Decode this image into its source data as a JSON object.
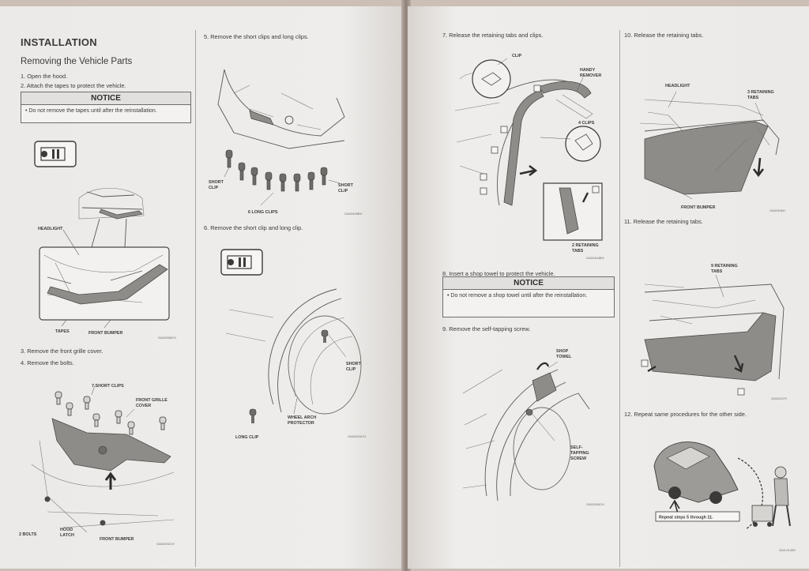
{
  "left_page": {
    "title": "INSTALLATION",
    "section": "Removing the Vehicle Parts",
    "step1": "1.  Open the hood.",
    "step2": "2.  Attach the tapes to protect the vehicle.",
    "notice1": {
      "heading": "NOTICE",
      "body": "•  Do not remove the tapes until after the reinstallation."
    },
    "fig1": {
      "headlight": "HEADLIGHT",
      "tapes": "TAPES",
      "front_bumper": "FRONT BUMPER",
      "code": "GA02998CH"
    },
    "step3": "3.  Remove the front grille cover.",
    "step4": "4.  Remove the bolts.",
    "fig2": {
      "short_clips": "7 SHORT CLIPS",
      "grille_cover": [
        "FRONT GRILLE",
        "COVER"
      ],
      "bolts": "2 BOLTS",
      "hood_latch": [
        "HOOD",
        "LATCH"
      ],
      "front_bumper": "FRONT BUMPER",
      "code": "GA02492CH"
    },
    "step5": "5.  Remove the short clips and long clips.",
    "fig3": {
      "short_clip_left": [
        "SHORT",
        "CLIP"
      ],
      "short_clip_right": [
        "SHORT",
        "CLIP"
      ],
      "long_clips": "6 LONG CLIPS",
      "code": "GA02409BH"
    },
    "step6": "6.  Remove the short clip and long clip.",
    "fig4": {
      "short_clip": [
        "SHORT",
        "CLIP"
      ],
      "long_clip": "LONG CLIP",
      "protector": [
        "WHEEL ARCH",
        "PROTECTOR"
      ],
      "code": "GA02403CH"
    }
  },
  "right_page": {
    "step7": "7.  Release the retaining tabs and clips.",
    "fig5": {
      "clip": "CLIP",
      "remover": [
        "HANDY",
        "REMOVER"
      ],
      "clips": "4 CLIPS",
      "tabs": [
        "2 RETAINING",
        "TABS"
      ],
      "code": "GA02404BH"
    },
    "step8": "8.  Insert a shop towel to protect the vehicle.",
    "notice2": {
      "heading": "NOTICE",
      "body": "•  Do not remove a shop towel until after the reinstallation."
    },
    "step9": "9.  Remove the self-tapping screw.",
    "fig6": {
      "towel": [
        "SHOP",
        "TOWEL"
      ],
      "screw": [
        "SELF-",
        "TAPPING",
        "SCREW"
      ],
      "code": "GA02405CH"
    },
    "step10": "10.  Release the retaining tabs.",
    "fig7": {
      "headlight": "HEADLIGHT",
      "tabs": [
        "3 RETAINING",
        "TABS"
      ],
      "front_bumper": "FRONT BUMPER",
      "code": "GA02406H"
    },
    "step11": "11.  Release the retaining tabs.",
    "fig8": {
      "tabs": [
        "9 RETAINING",
        "TABS"
      ],
      "code": "GA02407H"
    },
    "step12": "12.  Repeat same procedures for the other side.",
    "fig9": {
      "repeat": "Repeat steps 5 through 11.",
      "code": "GA0-0149H"
    }
  }
}
